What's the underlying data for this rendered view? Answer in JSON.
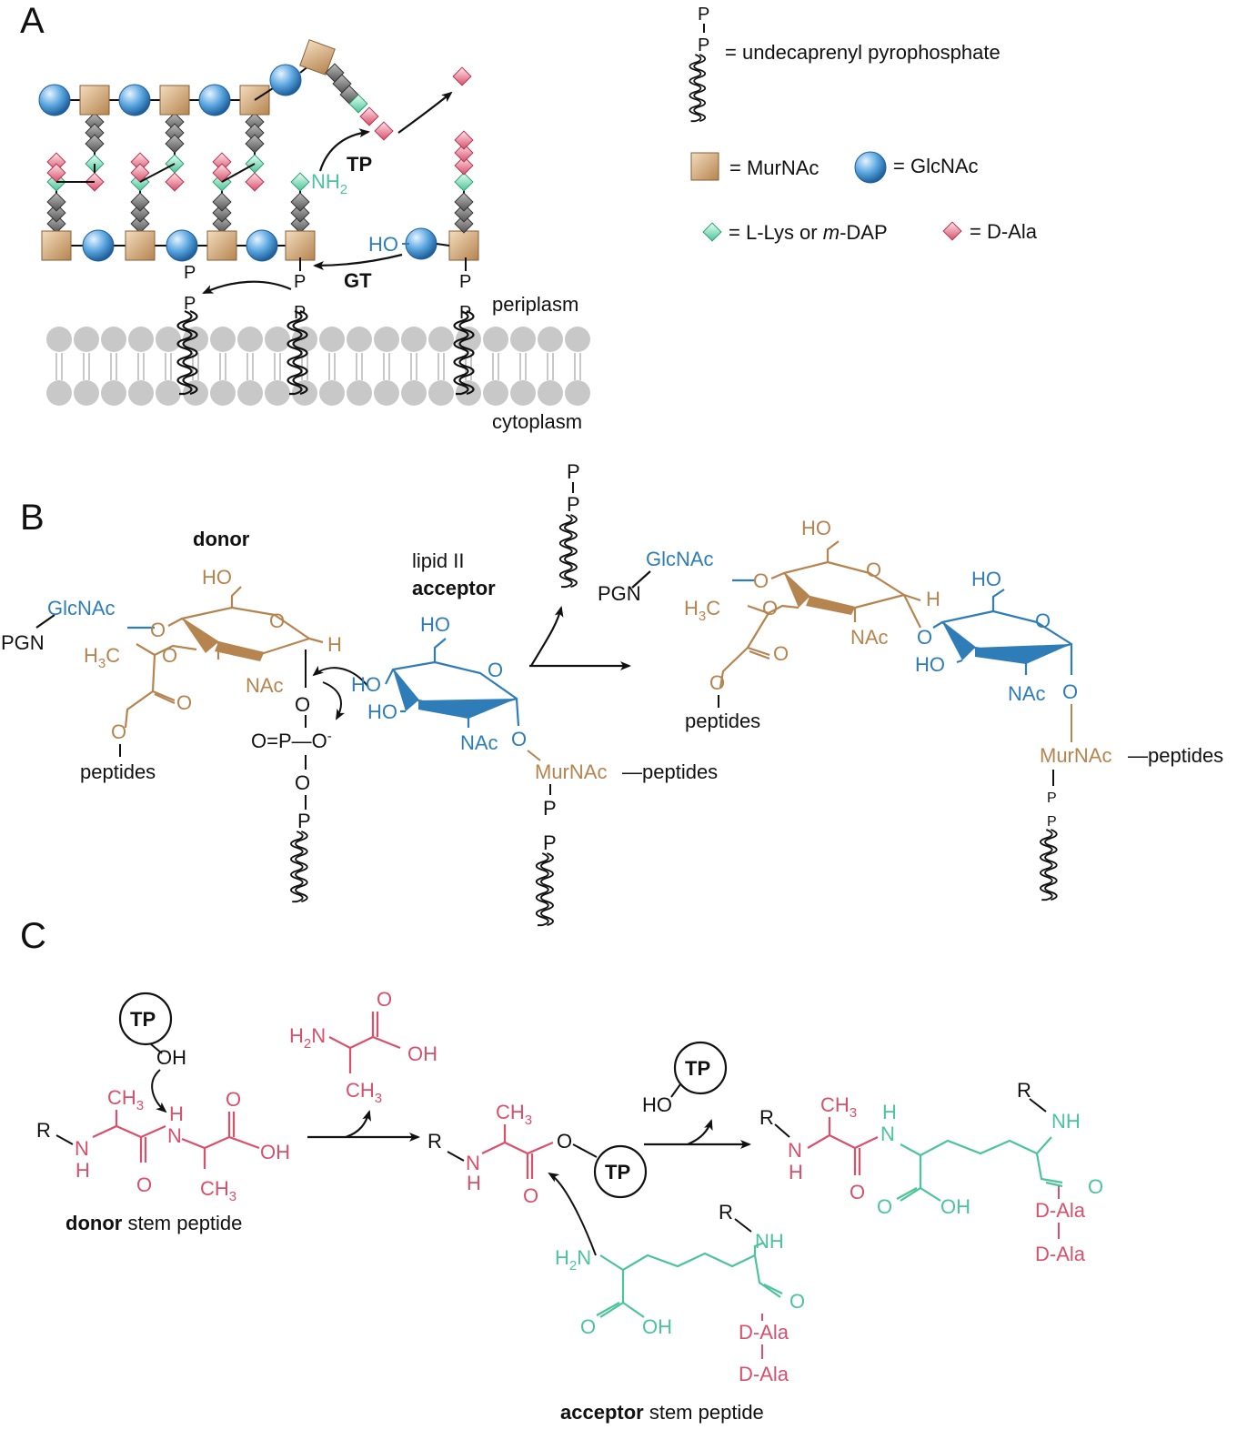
{
  "colors": {
    "murnac": "#b5844f",
    "glcnac": "#2f7db8",
    "lys": "#4cc49a",
    "dala": "#d9506b",
    "membrane": "#c8c8c8",
    "ink": "#111111"
  },
  "icons": [
    "murnac-square",
    "glcnac-circle",
    "lys-diamond",
    "dala-diamond",
    "lipid-wavy-chain"
  ],
  "panelA": {
    "label": "A",
    "legend": {
      "pp_p1": "P",
      "pp_p2": "P",
      "pp_text": "= undecaprenyl pyrophosphate",
      "murnac_text": "= MurNAc",
      "glcnac_text": "= GlcNAc",
      "lys_text_pre": "= L-Lys or ",
      "lys_text_m": "m",
      "lys_text_post": "-DAP",
      "dala_text": "= D-Ala"
    },
    "tp": "TP",
    "gt": "GT",
    "nh2": "NH",
    "nh2_sub": "2",
    "ho": "HO",
    "p": "P",
    "periplasm": "periplasm",
    "cytoplasm": "cytoplasm"
  },
  "panelB": {
    "label": "B",
    "donor": "donor",
    "lipid_ii": "lipid II",
    "acceptor": "acceptor",
    "glcnac": "GlcNAc",
    "pgn": "PGN",
    "ho": "HO",
    "o": "O",
    "h": "H",
    "h3c": "H",
    "h3c_sub": "3",
    "h3c_c": "C",
    "nac": "NAc",
    "peptides": "peptides",
    "murnac": "MurNAc",
    "dash_peptides": "—peptides",
    "p": "P",
    "opo_left": "O=P",
    "opo_minus": "-",
    "dash": "—"
  },
  "panelC": {
    "label": "C",
    "tp": "TP",
    "oh": "OH",
    "ho": "HO",
    "ch3": "CH",
    "ch3_sub": "3",
    "h2n": "H",
    "h2n_sub": "2",
    "h2n_n": "N",
    "r": "R",
    "n": "N",
    "h": "H",
    "nh": "NH",
    "o": "O",
    "dala": "D-Ala",
    "donor_bold": "donor",
    "donor_rest": " stem peptide",
    "acceptor_bold": "acceptor",
    "acceptor_rest": " stem peptide"
  }
}
